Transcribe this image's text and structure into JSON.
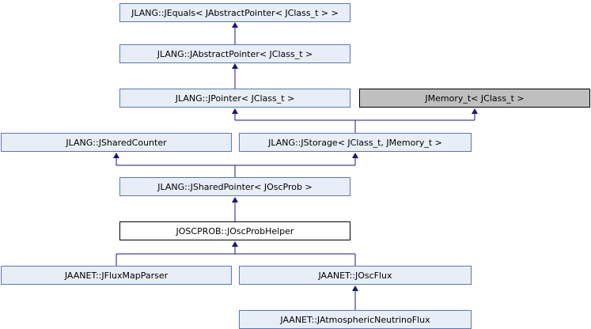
{
  "nodes": {
    "jequals": "JLANG::JEquals< JAbstractPointer< JClass_t > >",
    "jabstractpointer": "JLANG::JAbstractPointer< JClass_t >",
    "jpointer": "JLANG::JPointer< JClass_t >",
    "jmemory": "JMemory_t< JClass_t >",
    "jsharedcounter": "JLANG::JSharedCounter",
    "jstorage": "JLANG::JStorage< JClass_t, JMemory_t >",
    "jsharedpointer": "JLANG::JSharedPointer< JOscProb >",
    "joscprobhelper": "JOSCPROB::JOscProbHelper",
    "jfluxmapparser": "JAANET::JFluxMapParser",
    "joscflux": "JAANET::JOscFlux",
    "jatmosphericneutrinoflux": "JAANET::JAtmosphericNeutrinoFlux"
  },
  "colors": {
    "edge": "#191970",
    "node_fill": "#e8eef7",
    "node_border": "#5c76b0",
    "external_fill": "#bfbfbf",
    "current_fill": "#ffffff"
  }
}
